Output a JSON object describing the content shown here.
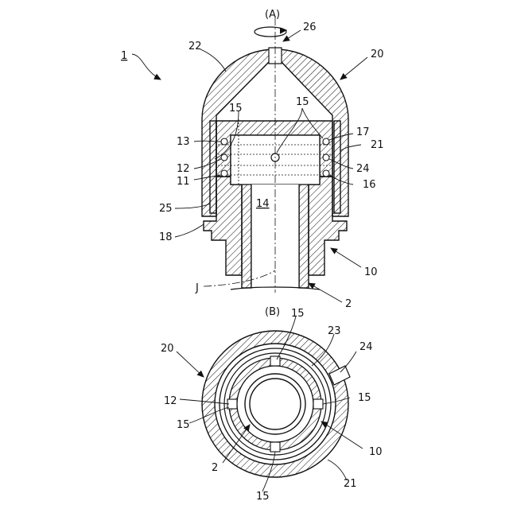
{
  "figure": {
    "view_a_label": "(A)",
    "view_b_label": "(B)",
    "refs": {
      "r1": "1",
      "r2a": "2",
      "r2b": "2",
      "r10a": "10",
      "r10b": "10",
      "r11": "11",
      "r12a": "12",
      "r12b": "12",
      "r13": "13",
      "r14": "14",
      "r15a": "15",
      "r15b": "15",
      "r15c": "15",
      "r15d": "15",
      "r15e": "15",
      "r15f": "15",
      "r16": "16",
      "r17": "17",
      "r18": "18",
      "r20a": "20",
      "r20b": "20",
      "r21a": "21",
      "r21b": "21",
      "r22": "22",
      "r23": "23",
      "r24a": "24",
      "r24b": "24",
      "r25": "25",
      "r26": "26",
      "rJ": "J"
    }
  }
}
